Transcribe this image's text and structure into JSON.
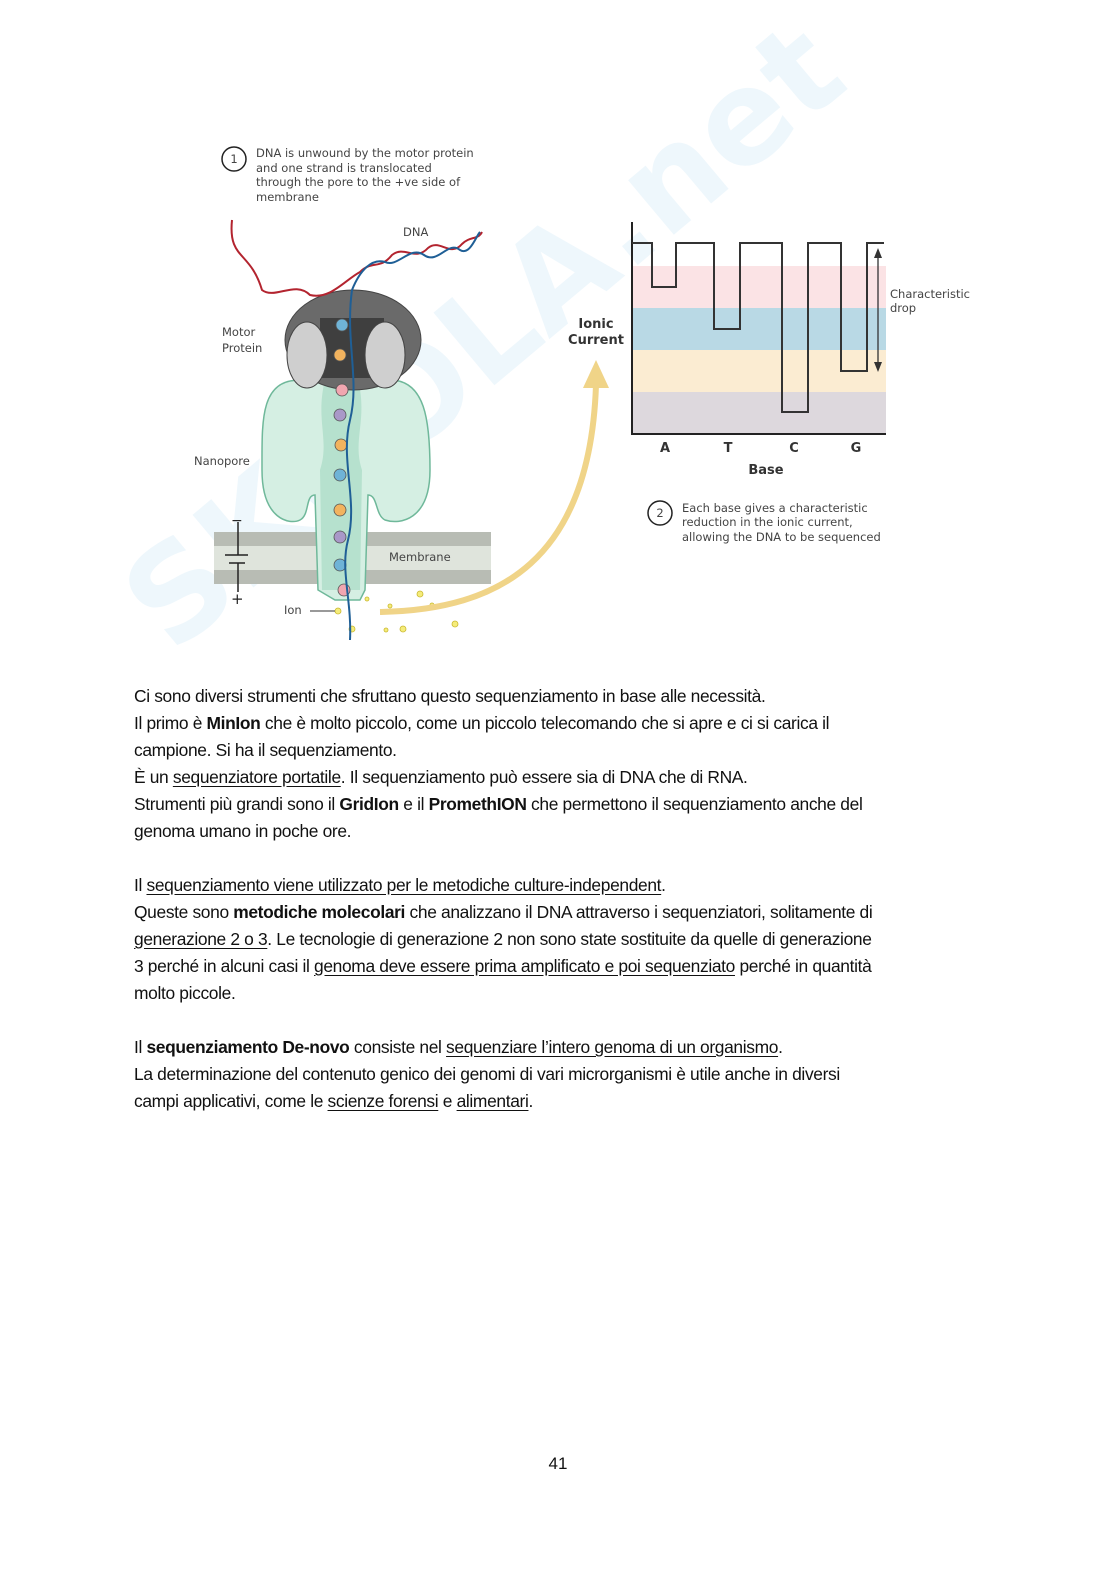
{
  "watermark": "SKUOLA.net",
  "figure": {
    "step1_number": "1",
    "step1_lines": [
      "DNA is unwound by the motor protein",
      "and one strand is translocated",
      "through the pore to the +ve side of",
      "membrane"
    ],
    "dna_label": "DNA",
    "motor_protein_lines": [
      "Motor",
      "Protein"
    ],
    "nanopore_label": "Nanopore",
    "membrane_label": "Membrane",
    "ion_label": "Ion",
    "minus_sign": "−",
    "plus_sign": "+",
    "ionic_current_lines": [
      "Ionic",
      "Current"
    ],
    "characteristic_drop_lines": [
      "Characteristic",
      "drop"
    ],
    "bases": [
      {
        "label": "A",
        "color": "#d9534f"
      },
      {
        "label": "T",
        "color": "#2f6fa8"
      },
      {
        "label": "C",
        "color": "#5a7fa8"
      },
      {
        "label": "G",
        "color": "#999999"
      }
    ],
    "base_axis_label": "Base",
    "step2_number": "2",
    "step2_lines": [
      "Each base gives a characteristic",
      "reduction in the ionic current,",
      "allowing the DNA to be sequenced"
    ],
    "band_colors": [
      "#fbe3e5",
      "#b9d9e5",
      "#fbecd2",
      "#ddd8dd"
    ]
  },
  "paragraphs": [
    [
      [
        {
          "t": "Ci sono diversi strumenti che sfruttano questo sequenziamento in base alle necessità."
        }
      ],
      [
        {
          "t": "Il primo è "
        },
        {
          "t": "MinIon",
          "b": true
        },
        {
          "t": " che è molto piccolo, come un piccolo telecomando che si apre e ci si carica il"
        }
      ],
      [
        {
          "t": "campione. Si ha il sequenziamento."
        }
      ],
      [
        {
          "t": "È un "
        },
        {
          "t": "sequenziatore portatile",
          "u": true
        },
        {
          "t": ". Il sequenziamento può essere sia di DNA che di RNA."
        }
      ],
      [
        {
          "t": "Strumenti più grandi sono il "
        },
        {
          "t": "GridIon",
          "b": true
        },
        {
          "t": " e il "
        },
        {
          "t": "PromethION",
          "b": true
        },
        {
          "t": " che permettono il sequenziamento anche del"
        }
      ],
      [
        {
          "t": "genoma umano in poche ore."
        }
      ]
    ],
    [
      [
        {
          "t": "Il "
        },
        {
          "t": "sequenziamento viene utilizzato per le metodiche culture-independent",
          "u": true
        },
        {
          "t": "."
        }
      ],
      [
        {
          "t": "Queste sono "
        },
        {
          "t": "metodiche molecolari",
          "b": true
        },
        {
          "t": " che analizzano il DNA attraverso i sequenziatori, solitamente di"
        }
      ],
      [
        {
          "t": "generazione 2 o 3",
          "u": true
        },
        {
          "t": ". Le tecnologie di generazione 2 non sono state sostituite da quelle di generazione"
        }
      ],
      [
        {
          "t": "3 perché in alcuni casi il "
        },
        {
          "t": "genoma deve essere prima amplificato e poi sequenziato",
          "u": true
        },
        {
          "t": " perché in quantità"
        }
      ],
      [
        {
          "t": "molto piccole."
        }
      ]
    ],
    [
      [
        {
          "t": "Il "
        },
        {
          "t": "sequenziamento De-novo",
          "b": true
        },
        {
          "t": " consiste nel "
        },
        {
          "t": "sequenziare l’intero genoma di un organismo",
          "u": true
        },
        {
          "t": "."
        }
      ],
      [
        {
          "t": "La determinazione del contenuto genico dei genomi di vari microrganismi è utile anche in diversi"
        }
      ],
      [
        {
          "t": "campi applicativi, come le "
        },
        {
          "t": "scienze forensi",
          "u": true
        },
        {
          "t": " e "
        },
        {
          "t": "alimentari",
          "u": true
        },
        {
          "t": "."
        }
      ]
    ]
  ],
  "page_number": "41"
}
